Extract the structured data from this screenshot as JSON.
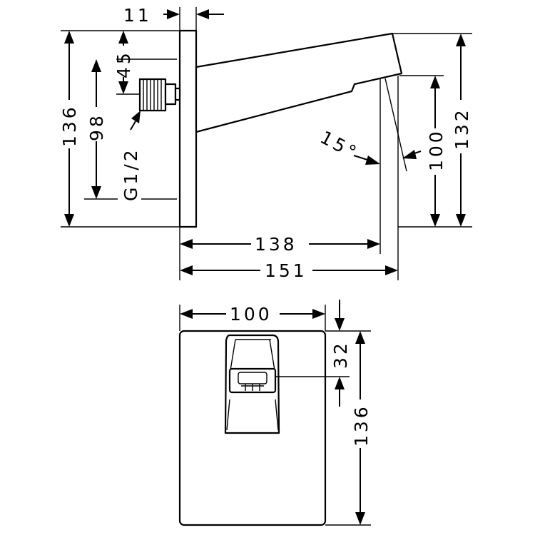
{
  "side_view": {
    "dim_wall_thickness": "11",
    "dim_connection_offset": "45",
    "dim_connection_height": "98",
    "dim_plate_height": "136",
    "dim_thread": "G1/2",
    "dim_angle": "15°",
    "dim_outlet_height": "100",
    "dim_spout_height": "132",
    "dim_projection_outlet": "138",
    "dim_projection_total": "151"
  },
  "front_view": {
    "dim_plate_width": "100",
    "dim_top_offset": "32",
    "dim_plate_height": "136"
  },
  "colors": {
    "line": "#000000",
    "background": "#ffffff"
  }
}
